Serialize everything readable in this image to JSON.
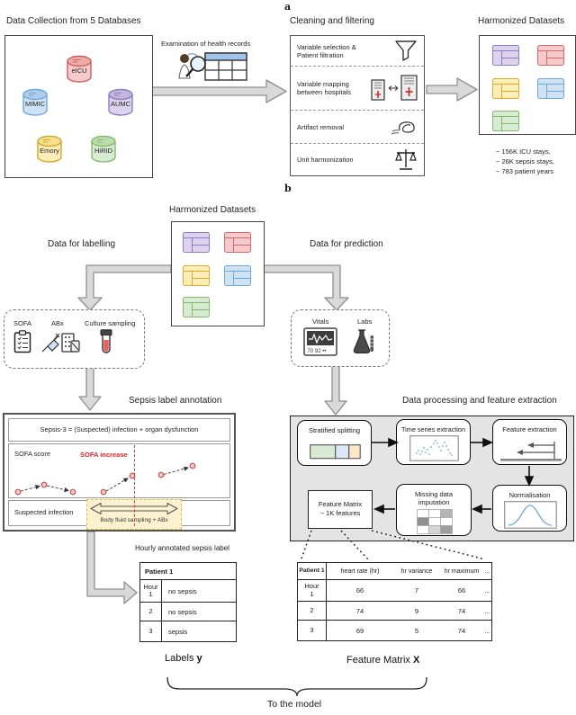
{
  "figure": {
    "panel_a_label": "a",
    "panel_b_label": "b",
    "to_model_label": "To the model"
  },
  "colors": {
    "red": "#d66a6a",
    "blue": "#6fa8dc",
    "purple": "#8e7cc3",
    "yellow": "#d9ac2e",
    "green": "#84bb6a",
    "arrow_gray": "#d9d9d9",
    "highlight_yellow": "#fdf2cf",
    "alert_red": "#e03333"
  },
  "panel_a": {
    "collection_title": "Data Collection from 5 Databases",
    "databases": [
      {
        "name": "eICU"
      },
      {
        "name": "MIMIC"
      },
      {
        "name": "AUMC"
      },
      {
        "name": "Emory"
      },
      {
        "name": "HiRID"
      }
    ],
    "examination_label": "Examination of health records",
    "cleaning_title": "Cleaning and filtering",
    "cleaning_steps": [
      {
        "label": "Variable selection &\nPatient filtration"
      },
      {
        "label": "Variable mapping\nbetween hospitals"
      },
      {
        "label": "Artifact removal"
      },
      {
        "label": "Unit harmonization"
      }
    ],
    "harmonized_title": "Harmonized Datasets",
    "stats": [
      "~ 156K ICU stays,",
      "~ 26K sepsis stays,",
      "~ 783 patient years"
    ]
  },
  "panel_b": {
    "harmonized_title": "Harmonized Datasets",
    "labelling_label": "Data for labelling",
    "prediction_label": "Data for prediction",
    "label_sources": [
      {
        "label": "SOFA"
      },
      {
        "label": "ABx"
      },
      {
        "label": "Culture sampling"
      }
    ],
    "prediction_sources": [
      {
        "label": "Vitals",
        "monitor_text": "70 92 ••"
      },
      {
        "label": "Labs"
      }
    ],
    "annotation": {
      "title": "Sepsis label annotation",
      "definition": "Sepsis-3 = (Suspected) infection + organ dysfunction",
      "sofa_score_label": "SOFA score",
      "sofa_increase_label": "SOFA increase",
      "suspected_infection_label": "Suspected infection",
      "body_fluid_label": "Body fluid sampling + ABx"
    },
    "hourly_label": "Hourly annotated sepsis label",
    "labels_table": {
      "header": "Patient 1",
      "rows": [
        {
          "hour": "Hour\n1",
          "label": "no sepsis"
        },
        {
          "hour": "2",
          "label": "no sepsis"
        },
        {
          "hour": "3",
          "label": "sepsis"
        }
      ]
    },
    "labels_caption": {
      "prefix": "Labels ",
      "bold": "y"
    },
    "processing": {
      "title": "Data processing and feature extraction",
      "stratified": "Stratified splitting",
      "time_series": "Time series extraction",
      "feature_extraction": "Feature extraction",
      "normalisation": "Normalisation",
      "missing_data": "Missing data\nimputation",
      "feature_matrix": "Feature Matrix\n~ 1K features"
    },
    "feature_table": {
      "headers": [
        "Patient 1",
        "heart rate (hr)",
        "hr variance",
        "hr maximum",
        "..."
      ],
      "rows": [
        {
          "hour": "Hour\n1",
          "v1": "66",
          "v2": "7",
          "v3": "66",
          "v4": "..."
        },
        {
          "hour": "2",
          "v1": "74",
          "v2": "9",
          "v3": "74",
          "v4": "..."
        },
        {
          "hour": "3",
          "v1": "69",
          "v2": "5",
          "v3": "74",
          "v4": "..."
        }
      ]
    },
    "feature_caption": {
      "prefix": "Feature Matrix ",
      "bold": "X"
    }
  }
}
